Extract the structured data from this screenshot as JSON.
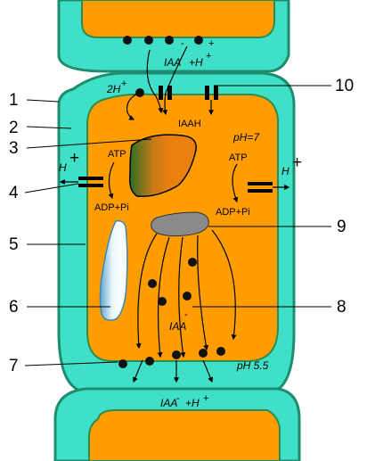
{
  "colors": {
    "cell_wall": "#40E0C8",
    "cell_wall_stroke": "#1E8C6E",
    "cytoplasm": "#FF9D00",
    "nucleus": "#E98010",
    "nucleus_dark": "#2E6F26",
    "vacuole": "#D9F3FA",
    "vacuole_stroke": "#3F86B5",
    "golgi": "#8A8A8A",
    "dots": "#111111"
  },
  "labels": {
    "n1": "1",
    "n2": "2",
    "n3": "3",
    "n4": "4",
    "n5": "5",
    "n6": "6",
    "n7": "7",
    "n8": "8",
    "n9": "9",
    "n10": "10"
  },
  "text": {
    "top_iaa": "IAA",
    "top_h": "+H",
    "top_plus": "+",
    "top_minus": "-",
    "two_h": "2H",
    "two_h_plus": "+",
    "iaah": "IAAH",
    "ph_top": "pH=7",
    "atp_left": "ATP",
    "atp_right": "ATP",
    "h_left": "H",
    "h_left_plus": "+",
    "h_right": "H",
    "h_right_plus": "+",
    "adp_left": "ADP+Pi",
    "adp_right": "ADP+Pi",
    "iaa_mid": "IAA",
    "iaa_mid_minus": "-",
    "ph_bottom": "pH 5.5",
    "bottom_iaa": "IAA",
    "bottom_minus": "-",
    "bottom_h": "+H",
    "bottom_plus": "+"
  }
}
